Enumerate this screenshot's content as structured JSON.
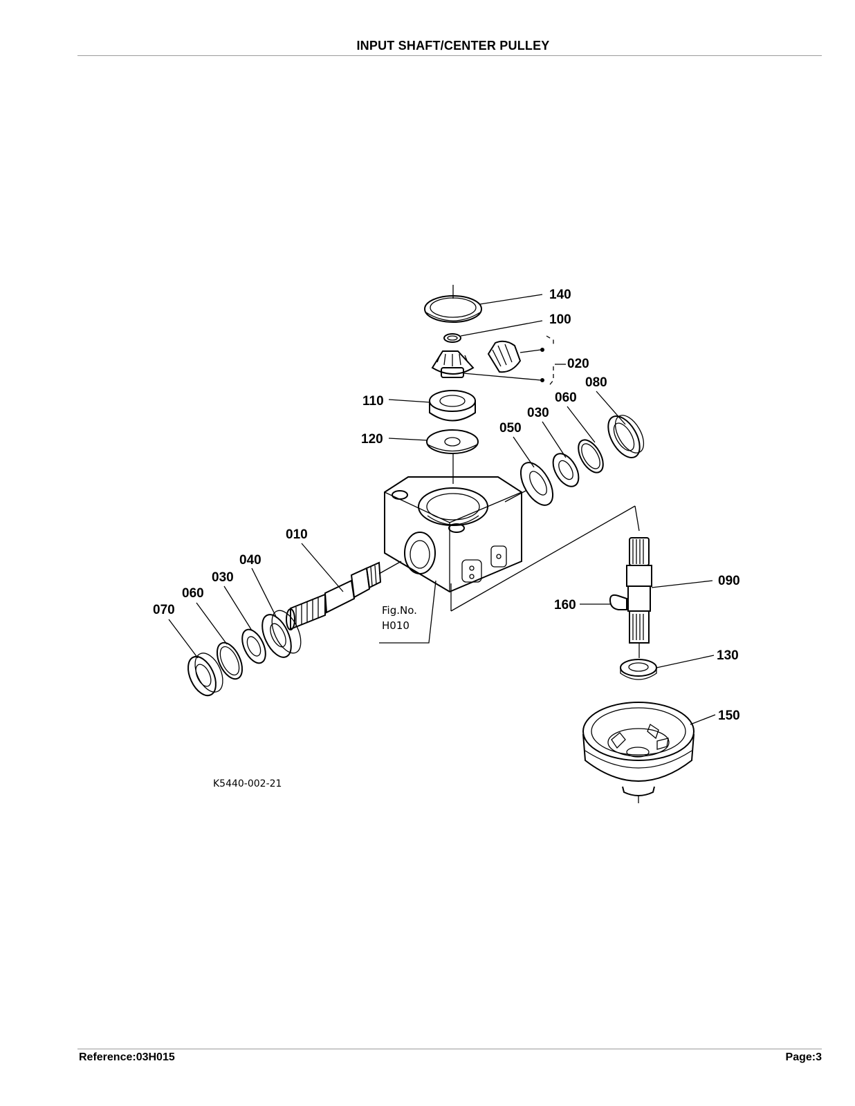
{
  "header": {
    "title": "INPUT SHAFT/CENTER PULLEY"
  },
  "footer": {
    "reference": "Reference:03H015",
    "page": "Page:3"
  },
  "diagram": {
    "drawing_number": "K5440-002-21",
    "figure_ref_line1": "Fig.No.",
    "figure_ref_line2": "H010",
    "callouts": [
      "140",
      "100",
      "020",
      "080",
      "060",
      "030",
      "110",
      "050",
      "120",
      "010",
      "040",
      "030",
      "060",
      "070",
      "090",
      "160",
      "130",
      "150"
    ]
  }
}
